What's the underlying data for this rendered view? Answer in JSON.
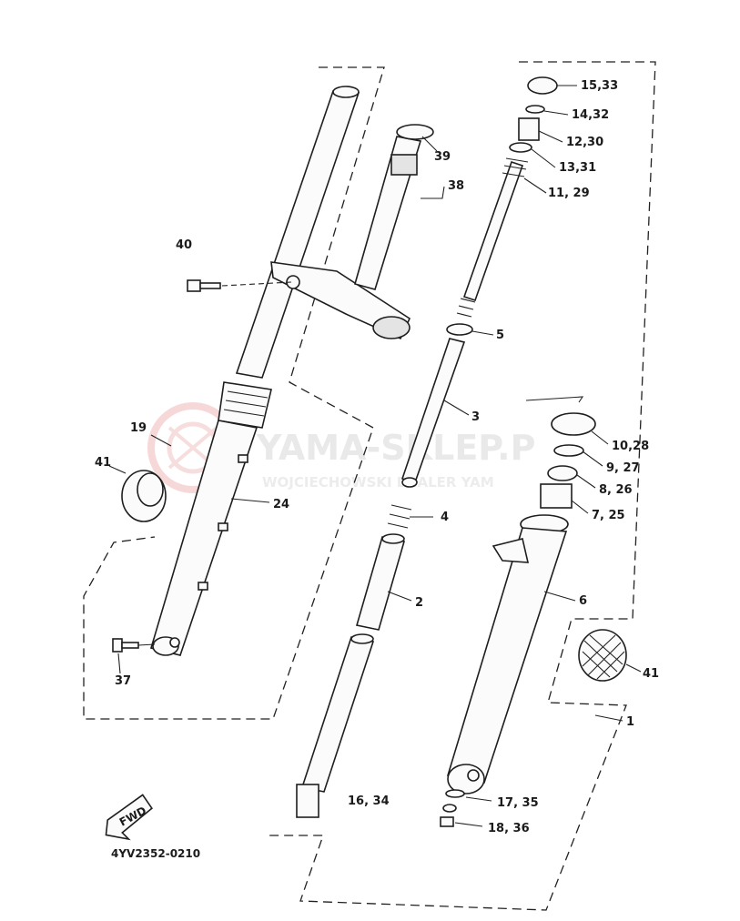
{
  "diagram_code": "4YV2352-0210",
  "fwd_label": "FWD",
  "watermark": {
    "main": "YAMA-SKLEP.P",
    "sub": "WOJCIECHOWSKI DEALER YAM"
  },
  "callouts": [
    {
      "id": "15-33",
      "label": "15,33"
    },
    {
      "id": "14-32",
      "label": "14,32"
    },
    {
      "id": "12-30",
      "label": "12,30"
    },
    {
      "id": "13-31",
      "label": "13,31"
    },
    {
      "id": "11-29",
      "label": "11, 29"
    },
    {
      "id": "39",
      "label": "39"
    },
    {
      "id": "38",
      "label": "38"
    },
    {
      "id": "40",
      "label": "40"
    },
    {
      "id": "5",
      "label": "5"
    },
    {
      "id": "3",
      "label": "3"
    },
    {
      "id": "10-28",
      "label": "10,28"
    },
    {
      "id": "9-27",
      "label": "9, 27"
    },
    {
      "id": "8-26",
      "label": "8, 26"
    },
    {
      "id": "7-25",
      "label": "7, 25"
    },
    {
      "id": "19",
      "label": "19"
    },
    {
      "id": "41-left",
      "label": "41"
    },
    {
      "id": "24",
      "label": "24"
    },
    {
      "id": "4",
      "label": "4"
    },
    {
      "id": "2",
      "label": "2"
    },
    {
      "id": "6",
      "label": "6"
    },
    {
      "id": "41-right",
      "label": "41"
    },
    {
      "id": "1",
      "label": "1"
    },
    {
      "id": "37",
      "label": "37"
    },
    {
      "id": "16-34",
      "label": "16, 34"
    },
    {
      "id": "17-35",
      "label": "17, 35"
    },
    {
      "id": "18-36",
      "label": "18, 36"
    }
  ]
}
